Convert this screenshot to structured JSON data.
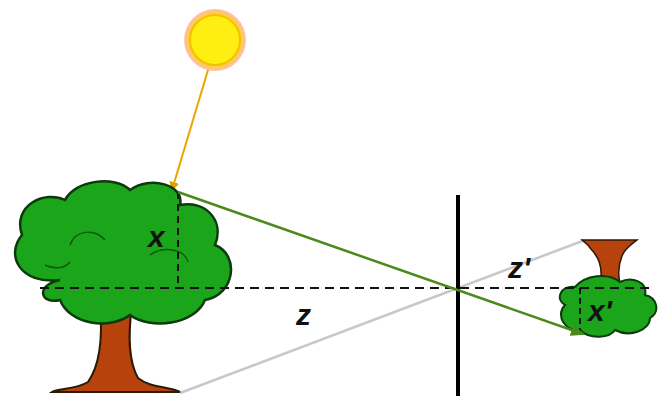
{
  "diagram": {
    "labels": [
      "x",
      "z",
      "z'",
      "x'"
    ]
  }
}
